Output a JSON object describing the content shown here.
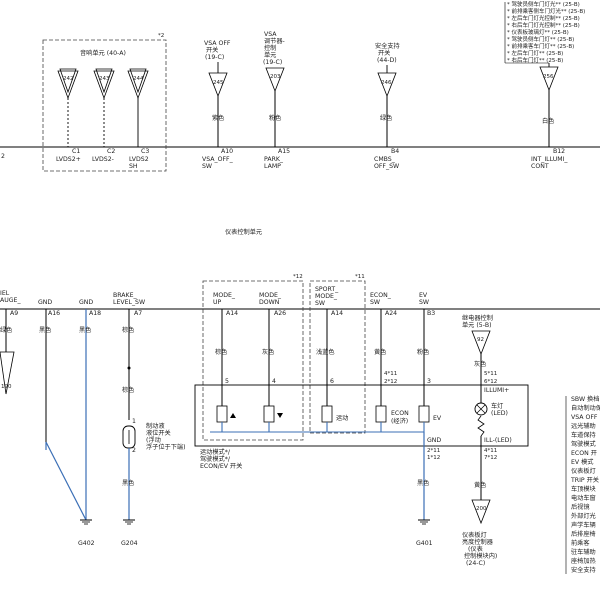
{
  "colors": {
    "wire": "#000000",
    "blue_wire": "#3b6fb6",
    "dash": "#444444",
    "ink": "#222222"
  },
  "top": {
    "star2": "*2",
    "audio_unit": "音响单元 (40-A)",
    "tri": {
      "t242": "242",
      "t243": "243",
      "t244": "244",
      "t245": "245",
      "t203": "203",
      "t246": "246",
      "t256": "256"
    },
    "vsa_off": {
      "line1": "VSA OFF",
      "line2": "开关",
      "line3": "(19-C)"
    },
    "vsa_dimmer": {
      "line1": "VSA",
      "line2": "调节器-",
      "line3": "控制",
      "line4": "单元",
      "line5": "(19-C)"
    },
    "safety": {
      "line1": "安全支持",
      "line2": "开关",
      "line3": "(44-D)"
    },
    "legend_lines": [
      "* 驾驶员侧车门灯光** (25-B)",
      "* 前排乘客侧车门灯光** (25-B)",
      "* 左后车门灯光控制** (25-B)",
      "* 右后车门灯光控制** (25-B)",
      "* 仪表板玻璃灯** (25-B)",
      "* 驾驶员侧车门灯** (25-B)",
      "* 前排乘客车门灯** (25-B)",
      "* 左后车门灯** (25-B)",
      "* 右后车门灯** (25-B)"
    ],
    "wire_colors": {
      "vsa_off": "紫色",
      "park": "粉色",
      "cmbs": "绿色",
      "illumi": "白色"
    },
    "pins": {
      "c1": "C1",
      "c2": "C2",
      "c3": "C3",
      "a10": "A10",
      "a15": "A15",
      "b4": "B4",
      "b12": "B12"
    },
    "signals": {
      "lvds_p": "LVDS2+",
      "lvds_m": "LVDS2-",
      "lvds_sh1": "LVDS2",
      "lvds_sh2": "SH",
      "vsa_sw1": "VSA_OFF_",
      "vsa_sw2": "SW",
      "park1": "PARK_",
      "park2": "LAMP",
      "cmbs1": "CMBS_",
      "cmbs2": "OFF_SW",
      "int1": "INT_ILLUMI_",
      "int2": "CONT"
    },
    "left_edge": "2"
  },
  "middle": {
    "unit_title": "仪表控制单元"
  },
  "lower": {
    "star12": "*12",
    "star11": "*11",
    "left_sig": {
      "line1": "IEL",
      "line2": "AUGE_"
    },
    "gnd_a": "GND",
    "gnd_b": "GND",
    "brake": {
      "line1": "BRAKE_",
      "line2": "LEVEL_SW"
    },
    "mode_up": {
      "line1": "MODE_",
      "line2": "UP"
    },
    "mode_down": {
      "line1": "MODE_",
      "line2": "DOWN"
    },
    "sport": {
      "line1": "SPORT_",
      "line2": "MODE_",
      "line3": "SW"
    },
    "econ": {
      "line1": "ECON_",
      "line2": "SW"
    },
    "ev": {
      "line1": "EV",
      "line2": "SW"
    },
    "pins": {
      "a9": "A9",
      "a16": "A16",
      "a18": "A18",
      "a7": "A7",
      "a14a": "A14",
      "a26": "A26",
      "a14b": "A14",
      "a24": "A24",
      "b3": "B3"
    },
    "wire_colors": {
      "left": "绿色",
      "g1": "黑色",
      "g2": "黑色",
      "brake1": "棕色",
      "brake2": "棕色",
      "brake3": "黑色",
      "mode_up": "棕色",
      "mode_down": "灰色",
      "sport": "浅蓝色",
      "econ": "黄色",
      "ev": "粉色",
      "gnd": "黑色",
      "relay": "灰色",
      "lamp": "黄色"
    },
    "tri": {
      "t190": "190",
      "t92": "92",
      "t200": "200"
    },
    "relay": {
      "line1": "继电器控制",
      "line2": "单元 (5-B)"
    },
    "panel_pins": {
      "p5": "5",
      "p4": "4",
      "p6": "6",
      "p4b": "4*11",
      "p2": "2*12",
      "p3": "3",
      "p5b": "5*11",
      "p6b": "6*12",
      "p2b": "2*11",
      "p1": "1*12",
      "p4c": "4*11",
      "p7": "7*12"
    },
    "illumi": "ILLUMI+",
    "gnd_label": "GND",
    "ill_led": "ILL-(LED)",
    "lamp_led": {
      "line1": "车灯",
      "line2": "(LED)"
    },
    "sport_sw": "运动",
    "econ_sw": {
      "line1": "ECON",
      "line2": "(经济)"
    },
    "ev_sw": "EV",
    "brake_sw": {
      "line1": "制动液",
      "line2": "液位开关",
      "line3": "(浮动",
      "line4": "浮子位于下端)"
    },
    "brake_pin1": "1",
    "brake_pin2": "2",
    "mode_text": {
      "line1": "运动模式*/",
      "line2": "驾驶模式*/",
      "line3": "ECON/EV 开关"
    },
    "grounds": {
      "g402": "G402",
      "g204": "G204",
      "g401": "G401"
    },
    "lamp_ctrl": {
      "line1": "仪表板灯",
      "line2": "亮度控制器",
      "line3": "(仪表",
      "line4": "控制模块内)",
      "line5": "(24-C)"
    },
    "right_list": [
      "SBW 换档",
      "自动制动保持",
      "VSA OFF",
      "远光辅助",
      "车道保持",
      "驾驶模式",
      "ECON 开",
      "EV 模式",
      "仪表板灯",
      "TRIP 开关",
      "车顶模块",
      "电动车窗",
      "后视镜",
      "外部灯光",
      "声学车辆",
      "后排座椅",
      "前乘客",
      "驻车辅助",
      "座椅加热",
      "安全支持"
    ]
  }
}
